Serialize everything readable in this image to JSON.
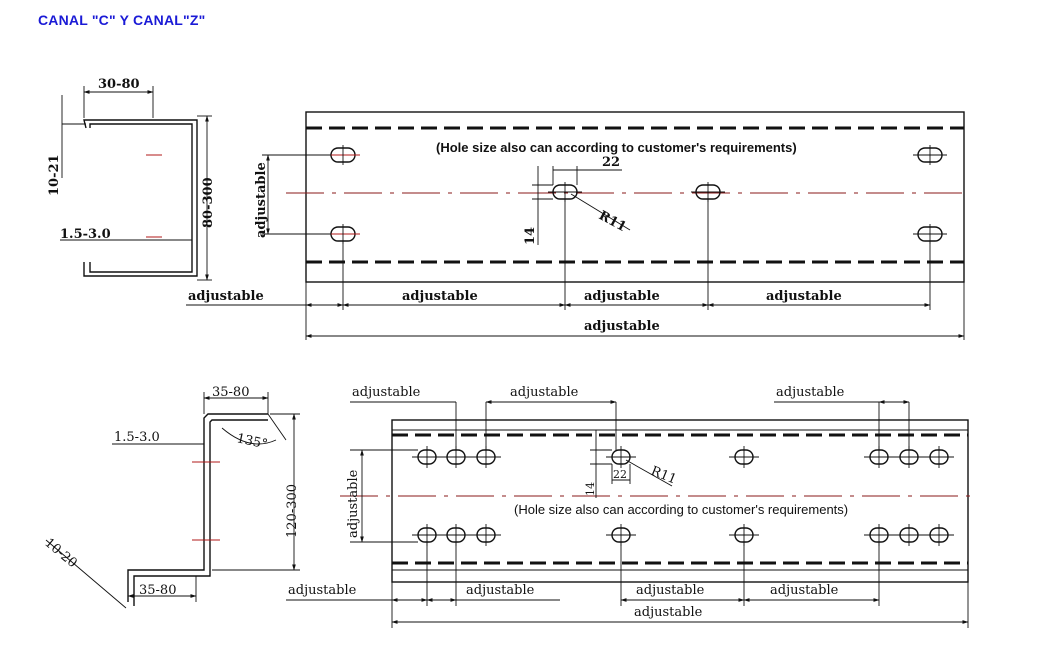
{
  "title": "CANAL \"C\" Y CANAL\"Z\"",
  "colors": {
    "title": "#1a1ad6",
    "centerline": "#8a1a1a"
  },
  "c_channel": {
    "flange": "30-80",
    "lip": "10-21",
    "height": "80-300",
    "thickness": "1.5-3.0",
    "note": "(Hole size also can according to customer's requirements)",
    "hole_length": "22",
    "hole_width": "14",
    "radius": "R11",
    "adjustable": "adjustable"
  },
  "z_channel": {
    "top_flange": "35-80",
    "bottom_flange": "35-80",
    "thickness": "1.5-3.0",
    "angle": "135°",
    "height": "120-300",
    "lip": "10-20",
    "note": "(Hole size also can according to customer's requirements)",
    "hole_length": "22",
    "hole_width": "14",
    "radius": "R11",
    "adjustable": "adjustable"
  }
}
